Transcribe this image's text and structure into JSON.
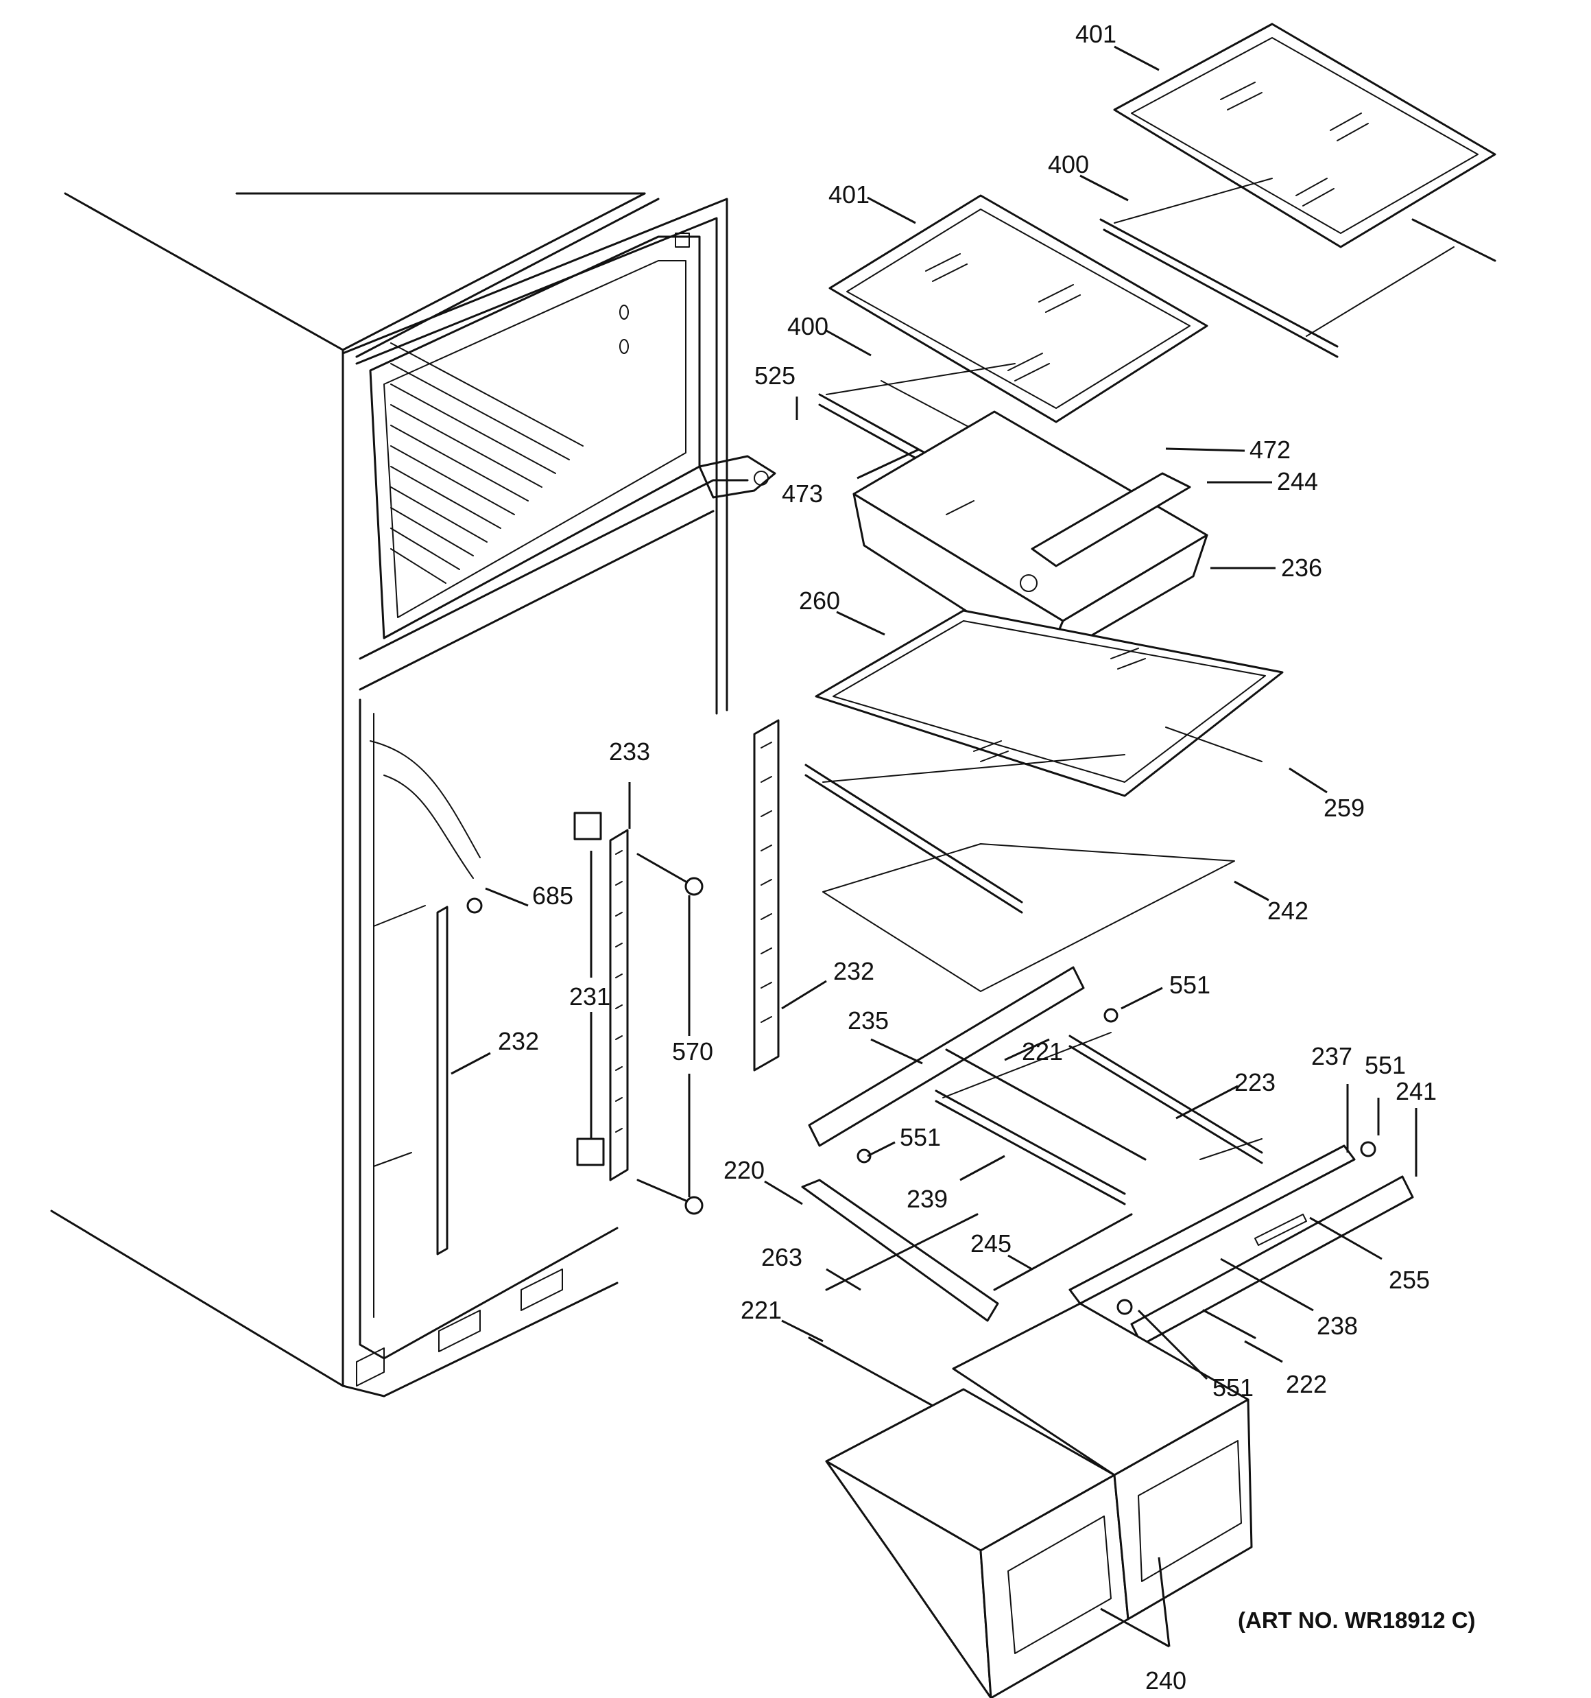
{
  "callouts": {
    "c401a": "401",
    "c400a": "400",
    "c401b": "401",
    "c400b": "400",
    "c525": "525",
    "c472": "472",
    "c244": "244",
    "c473": "473",
    "c236": "236",
    "c260": "260",
    "c259": "259",
    "c233": "233",
    "c685": "685",
    "c242": "242",
    "c232a": "232",
    "c231": "231",
    "c570": "570",
    "c232b": "232",
    "c235": "235",
    "c551a": "551",
    "c221a": "221",
    "c223": "223",
    "c237": "237",
    "c551b": "551",
    "c241": "241",
    "c551c": "551",
    "c239": "239",
    "c220": "220",
    "c263": "263",
    "c245": "245",
    "c255": "255",
    "c238": "238",
    "c221b": "221",
    "c551d": "551",
    "c222": "222",
    "c240": "240"
  },
  "art_number": "(ART NO. WR18912 C)"
}
